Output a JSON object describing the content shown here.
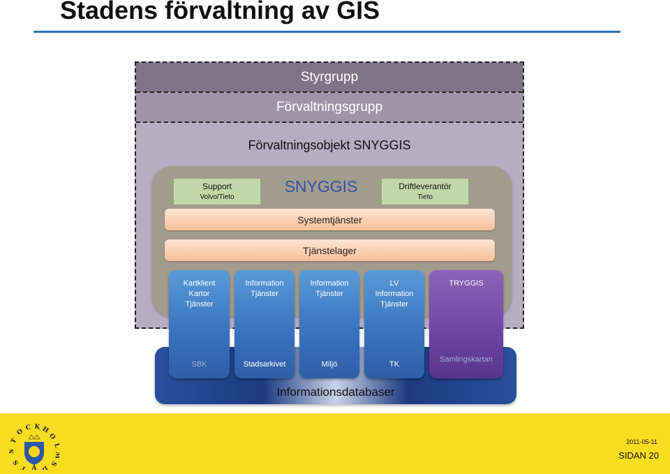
{
  "title": "Stadens förvaltning av GIS",
  "diagram": {
    "styrgrupp": "Styrgrupp",
    "forvaltningsgrupp": "Förvaltningsgrupp",
    "forvaltningsobjekt": "Förvaltningsobjekt SNYGGIS",
    "snyggis": "SNYGGIS",
    "support": {
      "title": "Support",
      "sub": "Volvo/Tieto"
    },
    "driftleverantor": {
      "title": "Driftleverantör",
      "sub": "Tieto"
    },
    "systemtjanster": "Systemtjänster",
    "tjanstelager": "Tjänstelager",
    "columns": [
      {
        "label": "Kartklient\nKartor\nTjänster",
        "bottom": "SBK"
      },
      {
        "label": "Information\nTjänster",
        "bottom": "Stadsarkivet"
      },
      {
        "label": "Information\nTjänster",
        "bottom": "Miljö"
      },
      {
        "label": "LV\nInformation\nTjänster",
        "bottom": "TK"
      },
      {
        "label": "TRYGGIS",
        "bottom": "Samlingskartan"
      }
    ],
    "informationsdatabaser": "Informationsdatabaser"
  },
  "footer": {
    "logo_text": "STOCKHOLMS STAD",
    "date": "2011-05-11",
    "page": "SIDAN 20"
  },
  "colors": {
    "accent_rule": "#2a6fb8",
    "footer_band": "#fadc1e",
    "frame": "#b5aec2",
    "column_blue": "#3a74bf",
    "column_purple": "#6e44a3"
  }
}
